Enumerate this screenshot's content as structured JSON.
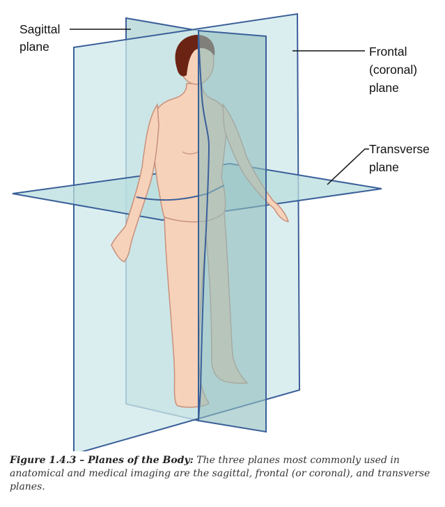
{
  "labels": {
    "sagittal_line1": "Sagittal",
    "sagittal_line2": "plane",
    "frontal_line1": "Frontal",
    "frontal_line2": "(coronal)",
    "frontal_line3": "plane",
    "transverse_line1": "Transverse",
    "transverse_line2": "plane"
  },
  "caption": {
    "title": "Figure 1.4.3 – Planes of the Body:",
    "text": "The three planes most commonly used in anatomical and medical imaging are the sagittal, frontal (or coronal), and transverse planes."
  },
  "colors": {
    "plane_fill": "#cfe8ea",
    "plane_stroke": "#3a5f99",
    "skin": "#f6d2ba",
    "skin_stroke": "#c98f7a",
    "shaded_plane": "#8fbdbd",
    "hair": "#6b2414"
  }
}
